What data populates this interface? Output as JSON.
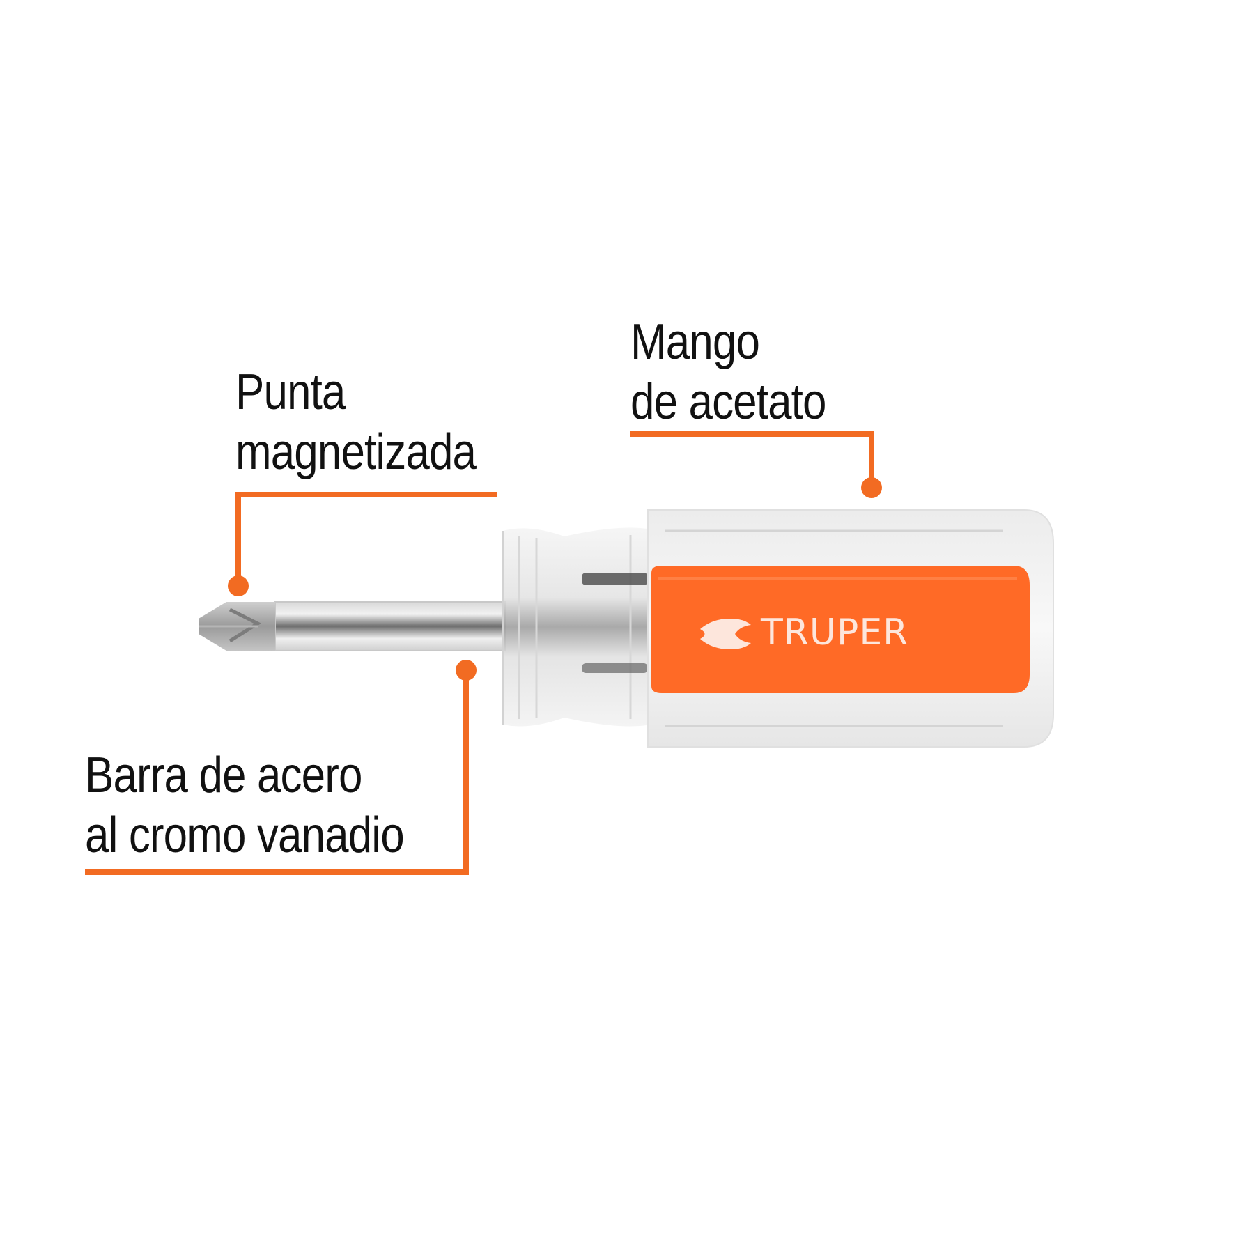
{
  "colors": {
    "accent": "#F26B22",
    "handle_orange": "#FF6A26",
    "text": "#111111",
    "background": "#FFFFFF"
  },
  "product": {
    "brand": "TRUPER",
    "type": "Phillips stubby screwdriver",
    "icons": [
      "truper-logo-icon"
    ]
  },
  "callouts": [
    {
      "id": "tip",
      "lines": [
        "Punta",
        "magnetizada"
      ]
    },
    {
      "id": "handle",
      "lines": [
        "Mango",
        "de acetato"
      ]
    },
    {
      "id": "shaft",
      "lines": [
        "Barra de acero",
        "al cromo vanadio"
      ]
    }
  ]
}
